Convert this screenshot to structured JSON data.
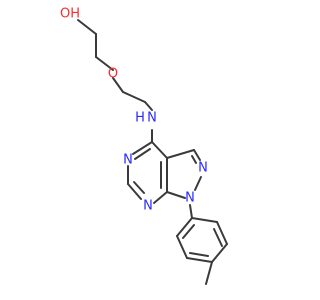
{
  "molecule": {
    "labels": {
      "hydroxyl": "OH",
      "ether_o": "O",
      "amine_nh": "N",
      "amine_h": "H",
      "n5": "N",
      "n7": "N",
      "n2": "N",
      "n1": "N"
    },
    "colors": {
      "bond": "#3a3a3a",
      "nitrogen": "#2a2aff",
      "oxygen": "#ff2a2a",
      "background": "#ffffff"
    }
  }
}
